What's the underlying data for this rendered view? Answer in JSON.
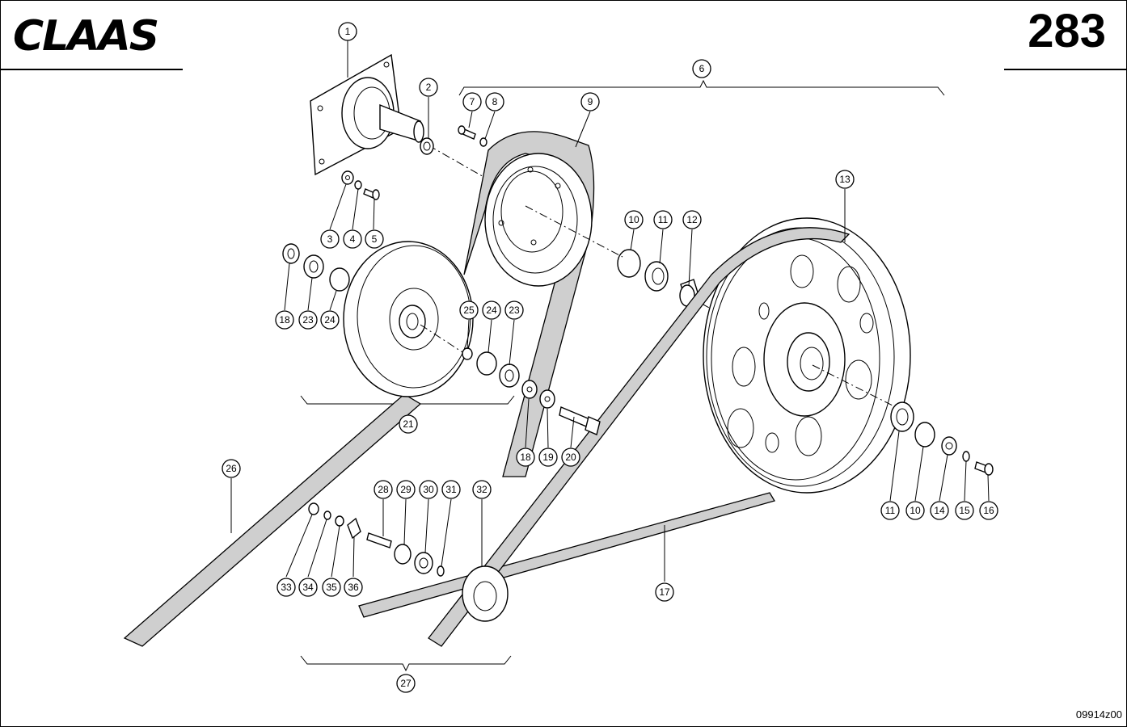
{
  "header": {
    "brand": "CLAAS",
    "page_number": "283"
  },
  "footer": {
    "drawing_code": "09914z00"
  },
  "callouts": [
    {
      "id": "c1",
      "text": "1"
    },
    {
      "id": "c2",
      "text": "2"
    },
    {
      "id": "c3",
      "text": "3"
    },
    {
      "id": "c4",
      "text": "4"
    },
    {
      "id": "c5",
      "text": "5"
    },
    {
      "id": "c6",
      "text": "6"
    },
    {
      "id": "c7",
      "text": "7"
    },
    {
      "id": "c8",
      "text": "8"
    },
    {
      "id": "c9",
      "text": "9"
    },
    {
      "id": "c10a",
      "text": "10"
    },
    {
      "id": "c11a",
      "text": "11"
    },
    {
      "id": "c12",
      "text": "12"
    },
    {
      "id": "c13",
      "text": "13"
    },
    {
      "id": "c18a",
      "text": "18"
    },
    {
      "id": "c23a",
      "text": "23"
    },
    {
      "id": "c24a",
      "text": "24"
    },
    {
      "id": "c25",
      "text": "25"
    },
    {
      "id": "c24b",
      "text": "24"
    },
    {
      "id": "c23b",
      "text": "23"
    },
    {
      "id": "c21",
      "text": "21"
    },
    {
      "id": "c18b",
      "text": "18"
    },
    {
      "id": "c19",
      "text": "19"
    },
    {
      "id": "c20",
      "text": "20"
    },
    {
      "id": "c26",
      "text": "26"
    },
    {
      "id": "c28",
      "text": "28"
    },
    {
      "id": "c29",
      "text": "29"
    },
    {
      "id": "c30",
      "text": "30"
    },
    {
      "id": "c31",
      "text": "31"
    },
    {
      "id": "c32",
      "text": "32"
    },
    {
      "id": "c33",
      "text": "33"
    },
    {
      "id": "c34",
      "text": "34"
    },
    {
      "id": "c35",
      "text": "35"
    },
    {
      "id": "c36",
      "text": "36"
    },
    {
      "id": "c17",
      "text": "17"
    },
    {
      "id": "c11b",
      "text": "11"
    },
    {
      "id": "c10b",
      "text": "10"
    },
    {
      "id": "c14",
      "text": "14"
    },
    {
      "id": "c15",
      "text": "15"
    },
    {
      "id": "c16",
      "text": "16"
    },
    {
      "id": "c27",
      "text": "27"
    }
  ]
}
